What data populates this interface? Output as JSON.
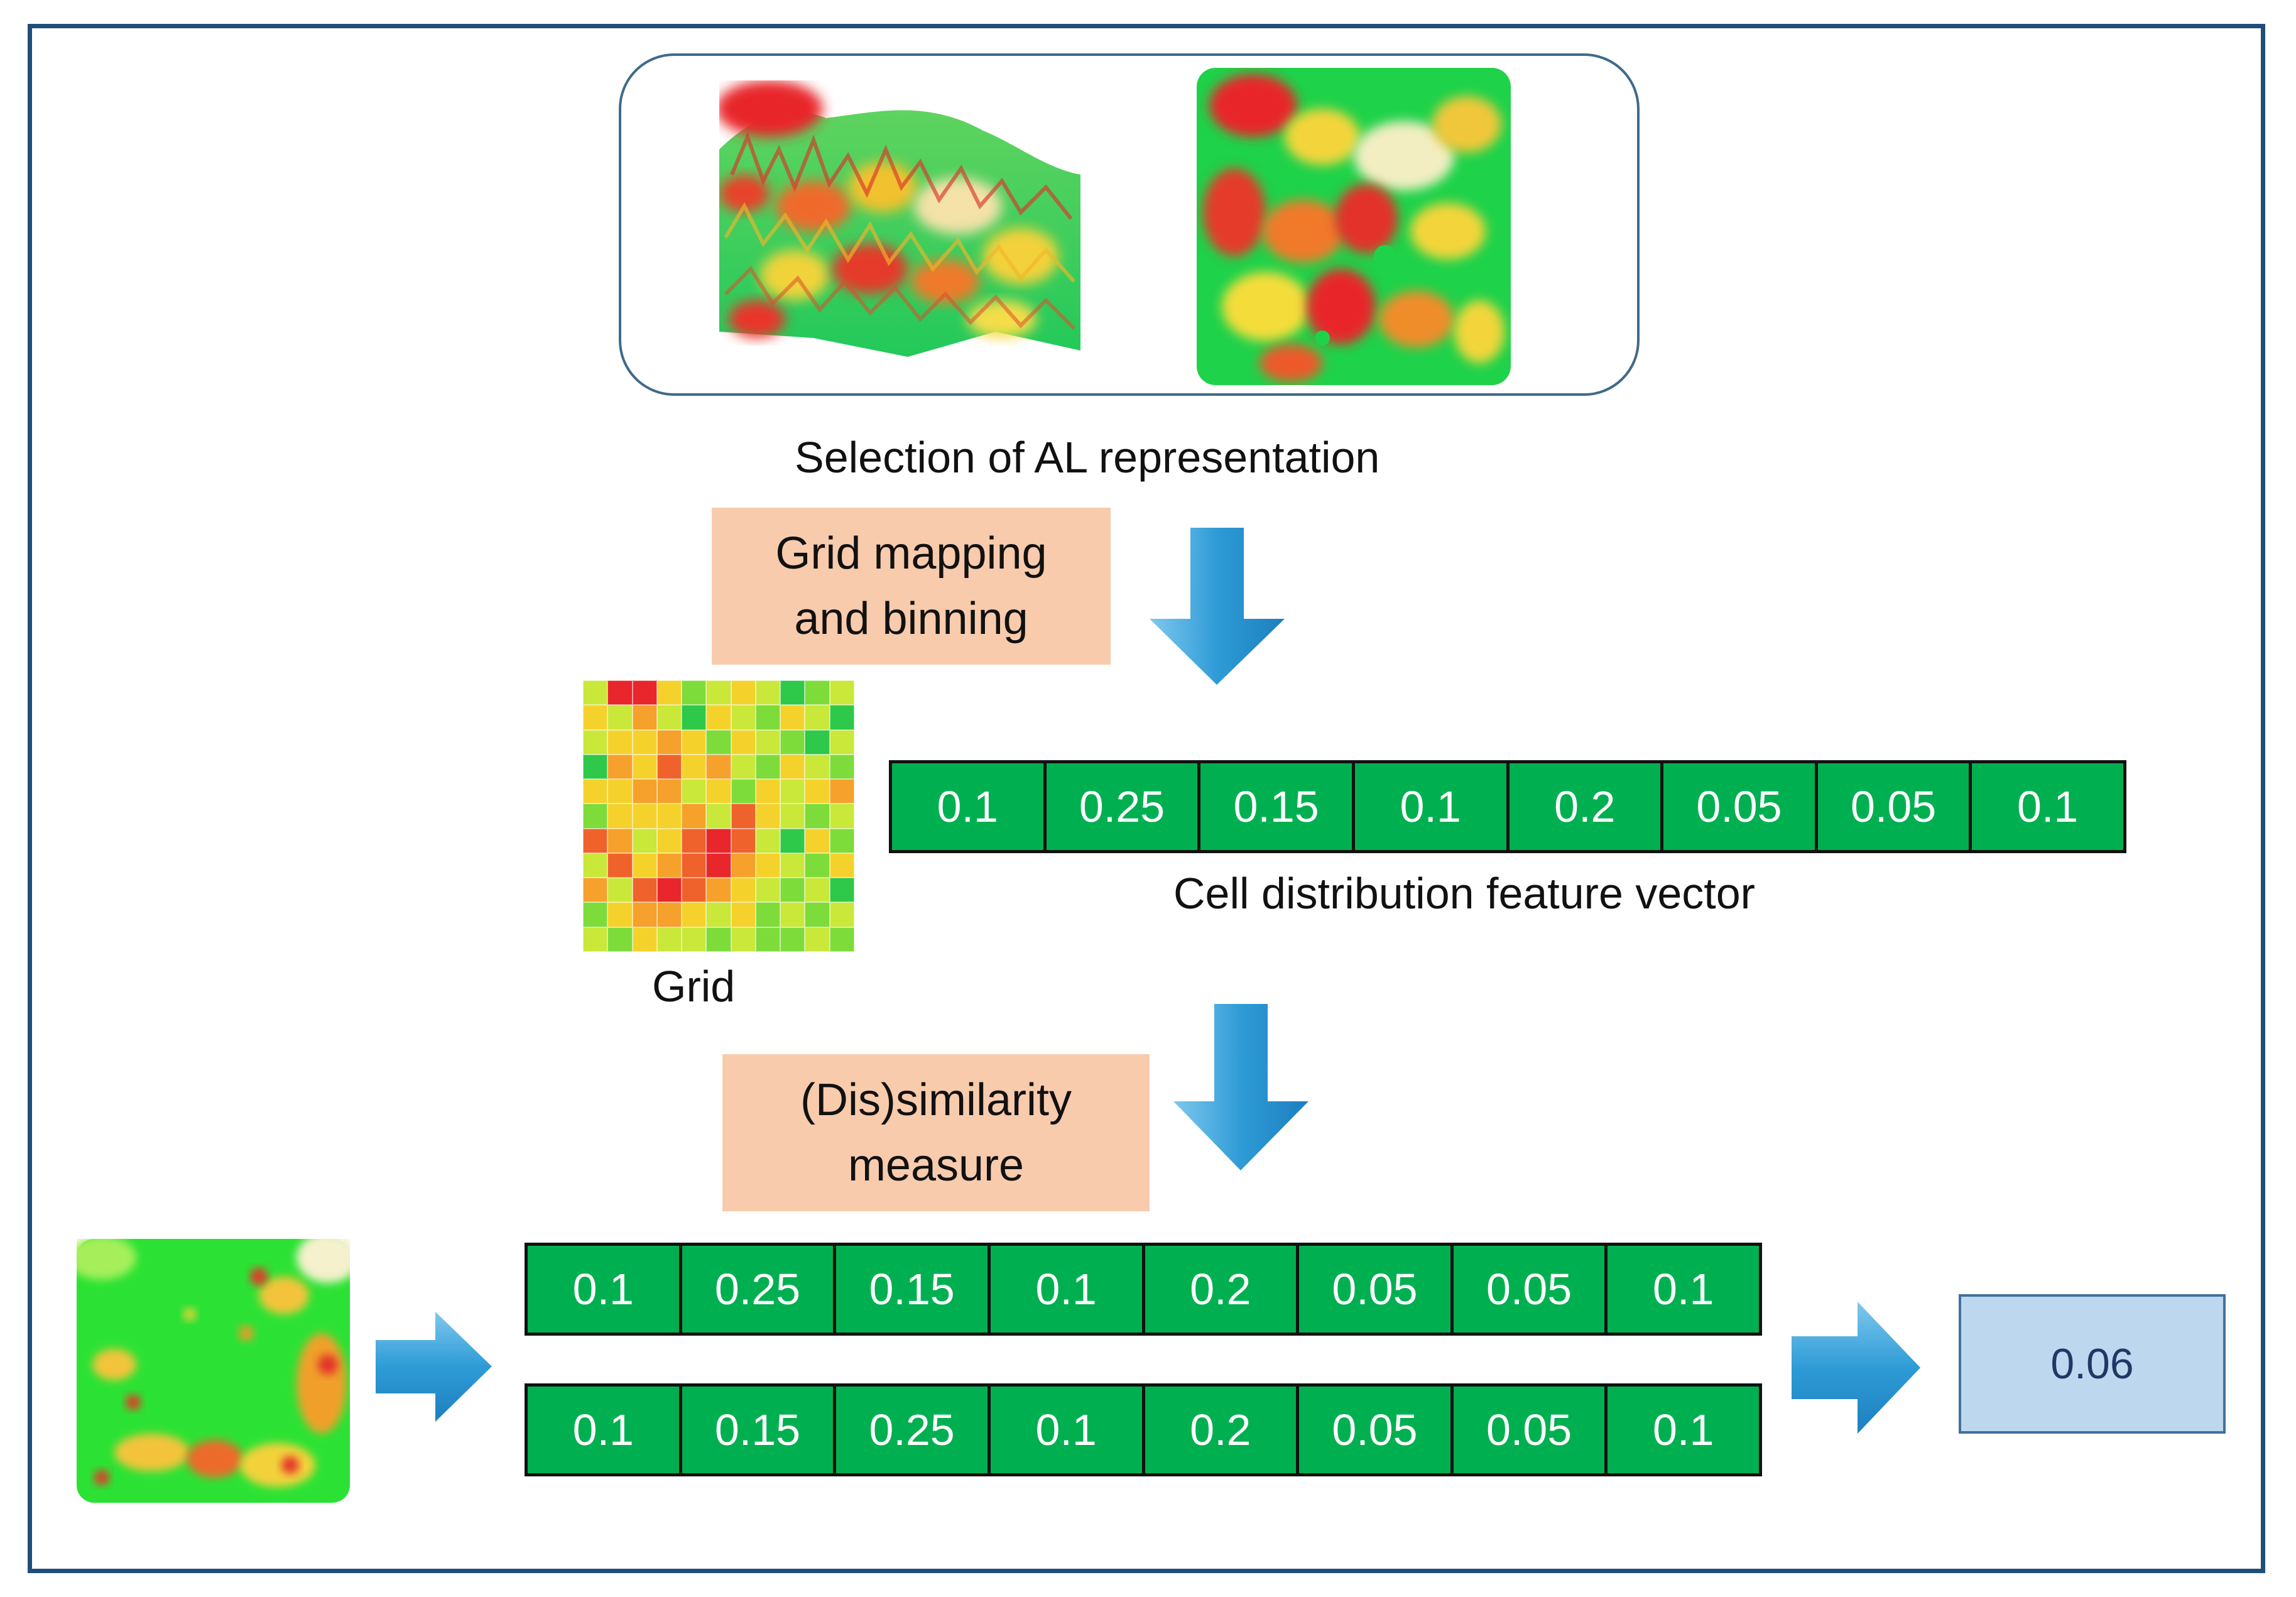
{
  "colors": {
    "frame": "#1f4e79",
    "step_box": "#f8cbad",
    "vector_cell": "#00b050",
    "result_box": "#bdd7ee",
    "arrow": "#2e9bd6"
  },
  "representation": {
    "caption": "Selection of AL representation"
  },
  "steps": {
    "grid_mapping": [
      "Grid mapping",
      "and binning"
    ],
    "dissimilarity": [
      "(Dis)similarity",
      "measure"
    ]
  },
  "grid": {
    "caption": "Grid"
  },
  "feature_vector": {
    "caption": "Cell distribution feature vector",
    "values": [
      "0.1",
      "0.25",
      "0.15",
      "0.1",
      "0.2",
      "0.05",
      "0.05",
      "0.1"
    ]
  },
  "comparison": {
    "vector_a": [
      "0.1",
      "0.25",
      "0.15",
      "0.1",
      "0.2",
      "0.05",
      "0.05",
      "0.1"
    ],
    "vector_b": [
      "0.1",
      "0.15",
      "0.25",
      "0.1",
      "0.2",
      "0.05",
      "0.05",
      "0.1"
    ],
    "result": "0.06"
  },
  "icons": {
    "down_arrow": "arrow-down-icon",
    "right_arrow": "arrow-right-icon"
  }
}
